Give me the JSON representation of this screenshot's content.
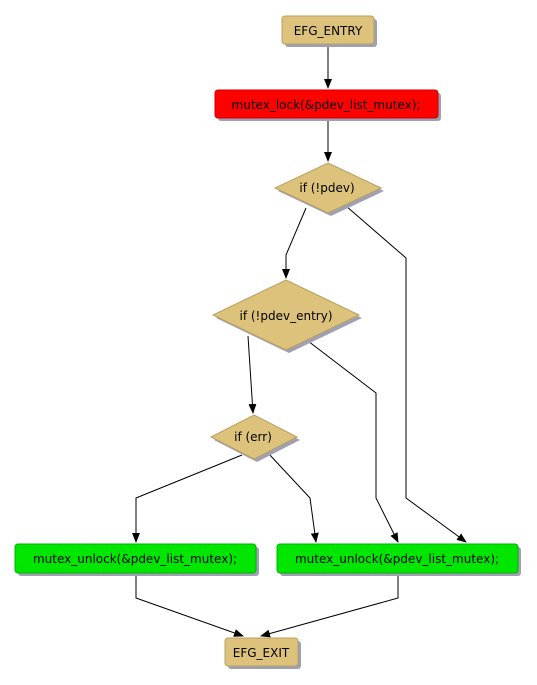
{
  "colors": {
    "terminal_fill": "#dcc27a",
    "decision_fill": "#dcc27a",
    "lock_fill": "#ff0000",
    "unlock_fill": "#00e600",
    "shadow": "#a0a0b4",
    "edge": "#000000"
  },
  "nodes": {
    "entry": "EFG_ENTRY",
    "lock": "mutex_lock(&pdev_list_mutex);",
    "if_pdev": "if (!pdev)",
    "if_pdev_entry": "if (!pdev_entry)",
    "if_err": "if (err)",
    "unlock_left": "mutex_unlock(&pdev_list_mutex);",
    "unlock_right": "mutex_unlock(&pdev_list_mutex);",
    "exit": "EFG_EXIT"
  }
}
